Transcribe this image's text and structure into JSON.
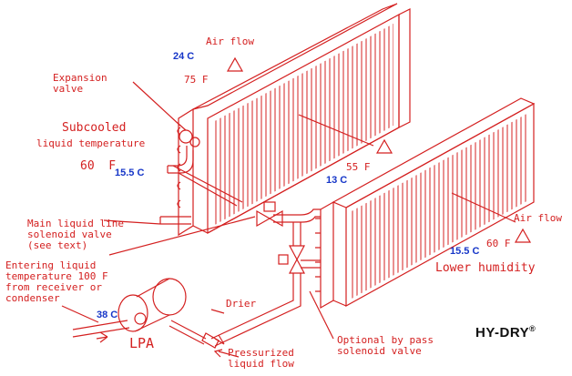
{
  "labels": {
    "air_flow_top": "Air flow",
    "temp_top_c": "24 C",
    "temp_top_f": "75 F",
    "expansion_valve": "Expansion\nvalve",
    "subcooled": "Subcooled",
    "liquid_temperature": "liquid temperature",
    "temp_60f": "60  F",
    "temp_15_5c": "15.5 C",
    "temp_55f": "55 F",
    "temp_13c": "13 C",
    "main_liquid_line": "Main liquid line\nsolenoid valve\n(see text)",
    "entering_liquid": "Entering liquid\ntemperature 100 F\nfrom receiver or\ncondenser",
    "temp_38c": "38 C",
    "lpa": "LPA",
    "drier": "Drier",
    "pressurized": "Pressurized\nliquid flow",
    "optional_bypass": "Optional by pass\nsolenoid valve",
    "air_flow_right": "Air flow",
    "temp_right_f": "60 F",
    "temp_right_c": "15.5 C",
    "lower_humidity": "Lower humidity",
    "brand": "HY-DRY",
    "brand_mark": "®"
  },
  "colors": {
    "line": "#d42020",
    "blue_text": "#1636c8",
    "brand": "#111111"
  }
}
